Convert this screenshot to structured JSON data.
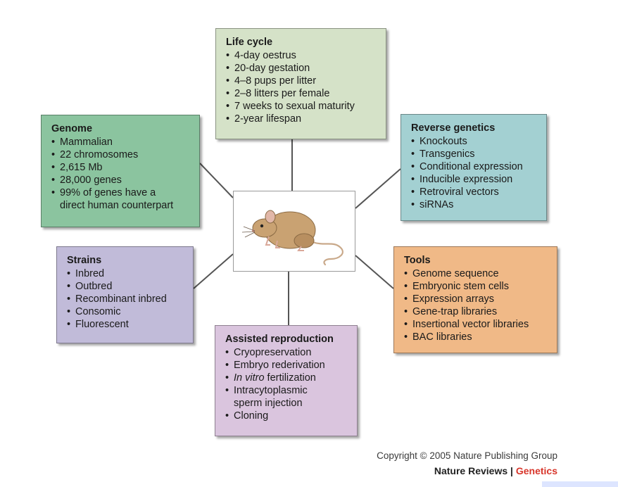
{
  "center": {
    "image": "mouse-illustration"
  },
  "boxes": {
    "life_cycle": {
      "title": "Life cycle",
      "items": [
        "4-day oestrus",
        "20-day gestation",
        "4–8 pups per litter",
        "2–8 litters per female",
        "7 weeks to sexual maturity",
        "2-year lifespan"
      ]
    },
    "genome": {
      "title": "Genome",
      "items": [
        "Mammalian",
        "22 chromosomes",
        "2,615 Mb",
        "28,000 genes"
      ],
      "last_item_line1": "99% of genes have a",
      "last_item_line2": "direct human counterpart"
    },
    "reverse_genetics": {
      "title": "Reverse genetics",
      "items": [
        "Knockouts",
        "Transgenics",
        "Conditional expression",
        "Inducible expression",
        "Retroviral vectors",
        "siRNAs"
      ]
    },
    "strains": {
      "title": "Strains",
      "items": [
        "Inbred",
        "Outbred",
        "Recombinant inbred",
        "Consomic",
        "Fluorescent"
      ]
    },
    "tools": {
      "title": "Tools",
      "items": [
        "Genome sequence",
        "Embryonic stem cells",
        "Expression arrays",
        "Gene-trap libraries",
        "Insertional vector libraries",
        "BAC libraries"
      ]
    },
    "assisted_reproduction": {
      "title": "Assisted reproduction",
      "items": [
        "Cryopreservation",
        "Embryo rederivation"
      ],
      "ivf_italic": "In vitro",
      "ivf_rest": " fertilization",
      "icsi_line1": "Intracytoplasmic",
      "icsi_line2": "sperm injection",
      "last_item": "Cloning"
    }
  },
  "footer": {
    "copyright": "Copyright © 2005 Nature Publishing Group",
    "journal_name": "Nature Reviews",
    "separator": " | ",
    "journal_section": "Genetics"
  },
  "colors": {
    "life_cycle": "#d5e2c8",
    "genome": "#8bc49f",
    "reverse_genetics": "#a3d0d2",
    "strains": "#c1bbd9",
    "tools": "#f0b987",
    "assisted_reproduction": "#dac5de",
    "accent": "#d8362b",
    "connector": "#555555"
  }
}
